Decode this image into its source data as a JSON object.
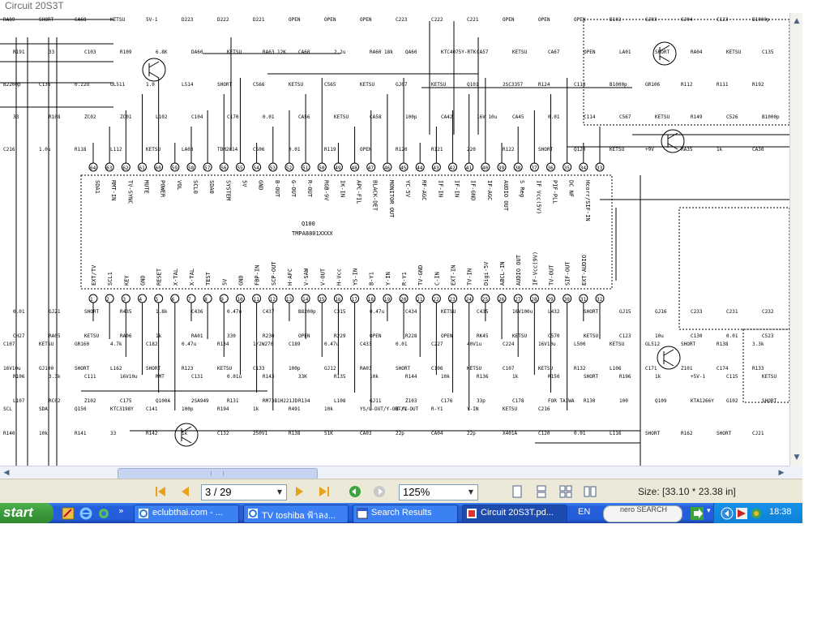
{
  "window": {
    "title": "Circuit 20S3T"
  },
  "schematic": {
    "chip_name": "Q100",
    "chip_part": "TMPA8801XXXX",
    "top_pin_numbers": [
      "64",
      "63",
      "62",
      "61",
      "60",
      "59",
      "58",
      "57",
      "56",
      "55",
      "54",
      "53",
      "52",
      "51",
      "50",
      "49",
      "48",
      "47",
      "46",
      "45",
      "44",
      "43",
      "42",
      "41",
      "40",
      "39",
      "38",
      "37",
      "36",
      "35",
      "34",
      "33"
    ],
    "top_pin_labels": [
      "SDA1",
      "RMT-IN",
      "TV-SYNC",
      "MUTE",
      "POWER",
      "VOL",
      "SCL0",
      "SDA0",
      "SYSTEM",
      "5V",
      "GND",
      "B-OUT",
      "G-OUT",
      "R-OUT",
      "RGB-9V",
      "IK-IN",
      "APC-FIL",
      "BLACK-DET",
      "MONITOR OUT",
      "YC-5V",
      "RF-AGC",
      "IF-IN",
      "IF-IN",
      "IF-GND",
      "IF-AGC",
      "AUDIO OUT",
      "S Reg",
      "IF Vcc(5V)",
      "PIF-PLL",
      "DC NF",
      "Hcorr/SIF-IN",
      ""
    ],
    "bottom_pin_numbers": [
      "1",
      "2",
      "3",
      "4",
      "5",
      "6",
      "7",
      "8",
      "9",
      "10",
      "11",
      "12",
      "13",
      "14",
      "15",
      "16",
      "17",
      "18",
      "19",
      "20",
      "21",
      "22",
      "23",
      "24",
      "25",
      "26",
      "27",
      "28",
      "29",
      "30",
      "31",
      "32"
    ],
    "bottom_pin_labels": [
      "EXT/TV",
      "SCL1",
      "KEY",
      "GND",
      "RESET",
      "X-TAL",
      "X-TAL",
      "TEST",
      "5V",
      "GND",
      "FBP-IN",
      "SCP-OUT",
      "H-AFC",
      "V-SAW",
      "V-OUT",
      "H-Vcc",
      "YS-IN",
      "B-Y1",
      "Y-IN",
      "R-Y1",
      "TV-GND",
      "C-IN",
      "EXT-IN",
      "TV-IN",
      "Digi-5V",
      "ABCL-IN",
      "AUDIO OUT",
      "IF-Vcc(9V)",
      "TV-OUT",
      "SIF-OUT",
      "EXT-AUDIO",
      ""
    ],
    "labels": [
      "RA89",
      "SHORT",
      "CA68",
      "KETSU",
      "5V-1",
      "D223",
      "D222",
      "D221",
      "OPEN",
      "OPEN",
      "OPEN",
      "C223",
      "C222",
      "C221",
      "OPEN",
      "OPEN",
      "OPEN",
      "B102",
      "GJ03",
      "GJ04",
      "C123",
      "B1000p",
      "R191",
      "33",
      "C103",
      "R109",
      "6.8K",
      "DA60",
      "KETSU",
      "RA63 12K",
      "CA60",
      "2.2u",
      "RA60 18k",
      "QA60",
      "KTC4075Y-RTK",
      "CA57",
      "KETSU",
      "CA67",
      "OPEN",
      "LA01",
      "SHORT",
      "RA04",
      "KETSU",
      "C135",
      "B2200p",
      "C136",
      "0.22u",
      "GL511",
      "1.0",
      "L514",
      "SHORT",
      "C566",
      "KETSU",
      "C565",
      "KETSU",
      "GJ07",
      "KETSU",
      "Q101",
      "2SC3357",
      "R124",
      "C118",
      "B1000p",
      "GR106",
      "R112",
      "R111",
      "R192",
      "33",
      "R108",
      "ZC02",
      "ZC01",
      "L102",
      "C104",
      "C170",
      "0.01",
      "CA56",
      "KETSU",
      "CA58",
      "100p",
      "CA42",
      "16V 10u",
      "CA45",
      "0.01",
      "C114",
      "C567",
      "KETSU",
      "R149",
      "C526",
      "B1000p",
      "C216",
      "1.0u",
      "R118",
      "L112",
      "KETSU",
      "LA03",
      "TDM2014",
      "C506",
      "0.01",
      "R119",
      "OPEN",
      "R120",
      "R121",
      "220",
      "R122",
      "SHORT",
      "Q120",
      "KETSU",
      "+9V",
      "RA35",
      "1k",
      "CA30",
      "CH27",
      "RA05",
      "KETSU",
      "RA06",
      "1k",
      "RA01",
      "330",
      "R230",
      "OPEN",
      "R229",
      "OPEN",
      "R228",
      "OPEN",
      "RK45",
      "KETSU",
      "C570",
      "KETSU",
      "C123",
      "10u",
      "C130",
      "0.01",
      "C523",
      "16V10u",
      "GJ100",
      "SHORT",
      "L162",
      "SHORT",
      "R123",
      "KETSU",
      "C133",
      "100p",
      "GJ12",
      "RA03",
      "SHORT",
      "C106",
      "KETSU",
      "C107",
      "KETSU",
      "R132",
      "L106",
      "C171",
      "Z101",
      "C174",
      "R133",
      "L107",
      "RC02",
      "Z102",
      "C175",
      "Q100A",
      "2SA949",
      "R131",
      "RM73B1H221JD",
      "R134",
      "L108",
      "GJ11",
      "Z103",
      "C176",
      "33p",
      "C178",
      "FOR TAIWA",
      "R130",
      "100",
      "Q109",
      "KTA1266Y",
      "G102",
      "SHORT",
      "R140",
      "10k",
      "R141",
      "33",
      "R142",
      "1k",
      "C132",
      "250V1",
      "R138",
      "51K",
      "CA03",
      "22p",
      "CA04",
      "22p",
      "X401A",
      "C120",
      "0.01",
      "L116",
      "SHORT",
      "R162",
      "SHORT",
      "CJ21",
      "0.01",
      "GJ21",
      "SHORT",
      "R435",
      "1.8k",
      "C436",
      "0.47u",
      "C437",
      "B8200p",
      "C315",
      "0.47u",
      "C434",
      "KETSU",
      "C435",
      "16V100u",
      "L432",
      "SHORT",
      "GJ15",
      "GJ16",
      "C233",
      "C231",
      "C232",
      "C107",
      "KETSU",
      "GR160",
      "4.7k",
      "C182",
      "0.47u",
      "R134",
      "1/2W270",
      "C189",
      "0.47u",
      "C433",
      "0.01",
      "C227",
      "40V1u",
      "C224",
      "16V10u",
      "L500",
      "KETSU",
      "GL512",
      "SHORT",
      "R138",
      "3.3k",
      "R106",
      "3.3k",
      "C111",
      "16V10u",
      "RMT",
      "C131",
      "0.01u",
      "R143",
      "33K",
      "R135",
      "10k",
      "R144",
      "10k",
      "R136",
      "1k",
      "R150",
      "SHORT",
      "R196",
      "1k",
      "+5V-1",
      "C115",
      "KETSU",
      "SCL",
      "SDA",
      "Q150",
      "KTC3198Y",
      "C141",
      "100p",
      "R194",
      "1k",
      "R491",
      "10k",
      "YS/U-OUT/Y-OUT/V-OUT",
      "B-Y1",
      "R-Y1",
      "Y-IN",
      "KETSU",
      "C216"
    ]
  },
  "toolbar": {
    "current_page": "3",
    "page_display": "3 / 29",
    "zoom": "125%",
    "size_text": "Size: [33.10 * 23.38 in]"
  },
  "taskbar": {
    "start_label": "start",
    "tasks": [
      {
        "label": "eclubthai.com - ..."
      },
      {
        "label": "TV toshiba ฟ้าลง..."
      },
      {
        "label": "Search Results"
      },
      {
        "label": "Circuit 20S3T.pd..."
      }
    ],
    "language": "EN",
    "nero_label": "nero SEARCH",
    "clock": "18:38"
  },
  "colors": {
    "taskbar": "#245edb",
    "start": "#3c983c",
    "toolbar": "#ece9d8",
    "tray": "#0f80d8",
    "nav_arrows": "#e8a21a",
    "nav_green": "#3aa63a"
  }
}
